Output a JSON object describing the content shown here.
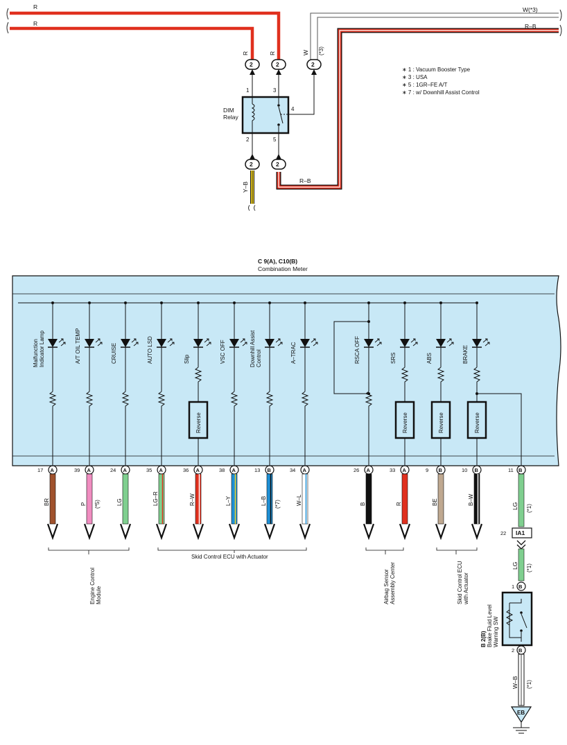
{
  "top_wires": {
    "r1": "R",
    "r2": "R",
    "w_top": "W(*3)",
    "rb_top": "R–B",
    "v_r1": "R",
    "v_r2": "R",
    "v_w": "W",
    "v_w_note": "(*3)",
    "yb": "Y–B",
    "rb_bottom": "R–B"
  },
  "connector_pin_2": "2",
  "relay": {
    "label": "DIM\nRelay",
    "label_line1": "DIM",
    "label_line2": "Relay",
    "pins": {
      "p1": "1",
      "p2": "2",
      "p3": "3",
      "p4": "4",
      "p5": "5"
    }
  },
  "notes": [
    "∗ 1 : Vacuum Booster Type",
    "∗ 3 : USA",
    "∗ 5 : 1GR–FE A/T",
    "∗ 7 : w/ Downhill Assist Control"
  ],
  "meter": {
    "connector": "C 9(A), C10(B)",
    "name": "Combination Meter"
  },
  "indicators": [
    {
      "label": "Malfunction\nIndicator Lamp",
      "l1": "Malfunction",
      "l2": "Indicator Lamp",
      "pin": "17",
      "conn": "A",
      "wire": "BR",
      "note": "",
      "color": "#a0522d",
      "reverse": false
    },
    {
      "label": "A/T OIL TEMP",
      "l1": "A/T OIL TEMP",
      "l2": "",
      "pin": "39",
      "conn": "A",
      "wire": "P",
      "note": "(*5)",
      "color": "#f08cc0",
      "reverse": false
    },
    {
      "label": "CRUISE",
      "l1": "CRUISE",
      "l2": "",
      "pin": "24",
      "conn": "A",
      "wire": "LG",
      "note": "",
      "color": "#7fcf8f",
      "reverse": false
    },
    {
      "label": "AUTO LSD",
      "l1": "AUTO LSD",
      "l2": "",
      "pin": "35",
      "conn": "A",
      "wire": "LG–R",
      "note": "",
      "color": "#7fcf8f",
      "stripe": "#e0301e",
      "reverse": false
    },
    {
      "label": "Slip",
      "l1": "Slip",
      "l2": "",
      "pin": "36",
      "conn": "A",
      "wire": "R–W",
      "note": "",
      "color": "#e0301e",
      "stripe": "#ffffff",
      "reverse": true
    },
    {
      "label": "VSC OFF",
      "l1": "VSC OFF",
      "l2": "",
      "pin": "38",
      "conn": "A",
      "wire": "L–Y",
      "note": "",
      "color": "#1e90d6",
      "stripe": "#f0d020",
      "reverse": false
    },
    {
      "label": "Downhill Assist\nControl",
      "l1": "Downhill Assist",
      "l2": "Control",
      "pin": "13",
      "conn": "B",
      "wire": "L–B",
      "note": "(*7)",
      "color": "#1e90d6",
      "stripe": "#111111",
      "reverse": false
    },
    {
      "label": "A–TRAC",
      "l1": "A–TRAC",
      "l2": "",
      "pin": "34",
      "conn": "A",
      "wire": "W–L",
      "note": "",
      "color": "#ffffff",
      "stripe": "#1e90d6",
      "reverse": false
    },
    {
      "label": "RSCA OFF",
      "l1": "RSCA OFF",
      "l2": "",
      "pin": "26",
      "conn": "A",
      "wire": "B",
      "note": "",
      "color": "#111111",
      "reverse": false
    },
    {
      "label": "SRS",
      "l1": "SRS",
      "l2": "",
      "pin": "33",
      "conn": "A",
      "wire": "R",
      "note": "",
      "color": "#e0301e",
      "reverse": true
    },
    {
      "label": "ABS",
      "l1": "ABS",
      "l2": "",
      "pin": "9",
      "conn": "B",
      "wire": "BE",
      "note": "",
      "color": "#bfa890",
      "reverse": true
    },
    {
      "label": "BRAKE",
      "l1": "BRAKE",
      "l2": "",
      "pin": "10",
      "conn": "B",
      "wire": "B–W",
      "note": "",
      "color": "#111111",
      "stripe": "#ffffff",
      "reverse": true
    }
  ],
  "reverse_label": "Reverse",
  "pin11": {
    "pin": "11",
    "conn": "B",
    "wire": "LG",
    "note": "(*1)"
  },
  "groups": {
    "ecm_line1": "Engine Control",
    "ecm_line2": "Module",
    "skid": "Skid Control ECU with Actuator",
    "airbag_line1": "Airbag Sensor",
    "airbag_line2": "Assembly Center",
    "skid2_line1": "Skid Control ECU",
    "skid2_line2": "with Actuator"
  },
  "ia1": {
    "pin": "22",
    "label": "IA1",
    "wire": "LG",
    "note": "(*1)"
  },
  "brake_sw": {
    "id": "B 2(B)",
    "line1": "Brake Fluid Level",
    "line2": "Warning SW",
    "pin1": "1",
    "pin2": "2",
    "conn": "B",
    "wire": "W–B",
    "note": "(*1)"
  },
  "ground": "EB"
}
